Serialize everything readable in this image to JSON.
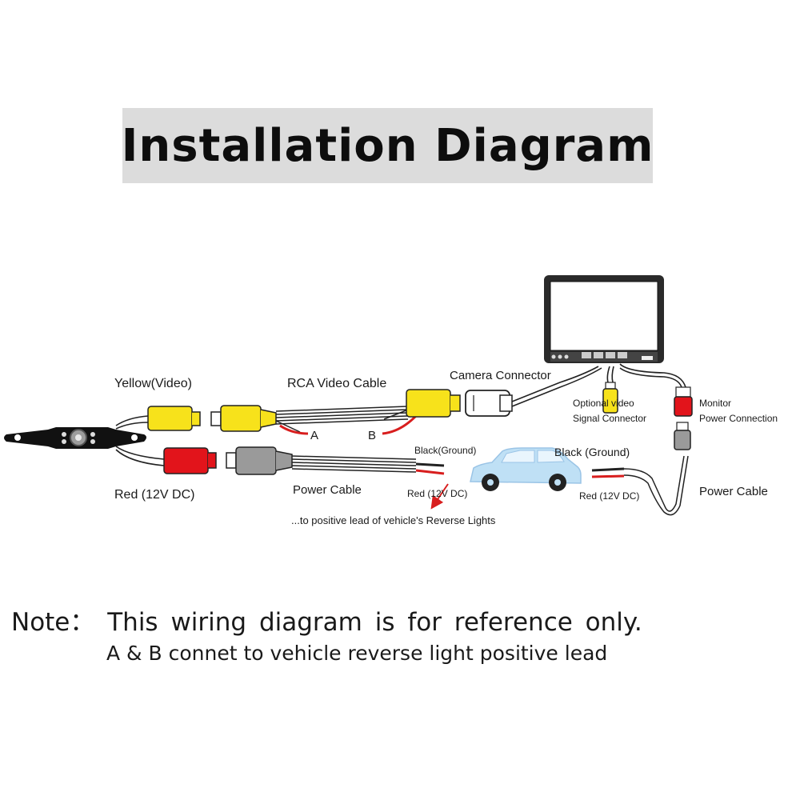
{
  "title": "Installation Diagram",
  "labels": {
    "yellow_video": "Yellow(Video)",
    "rca_video_cable": "RCA Video Cable",
    "camera_connector": "Camera Connector",
    "optional_video_1": "Optional video",
    "optional_video_2": "Signal Connector",
    "monitor_power_1": "Monitor",
    "monitor_power_2": "Power Connection",
    "point_a": "A",
    "point_b": "B",
    "red_12v_left": "Red (12V DC)",
    "power_cable_left": "Power Cable",
    "black_ground_small": "Black(Ground)",
    "red_12v_small": "Red (12V DC)",
    "black_ground_right": "Black (Ground)",
    "red_12v_right": "Red (12V DC)",
    "power_cable_right": "Power Cable",
    "reverse_lights": "...to positive lead of vehicle's Reverse Lights"
  },
  "note": {
    "line1": "Note： This wiring diagram is for reference only.",
    "line2": "A & B connet to vehicle reverse light positive lead"
  },
  "colors": {
    "yellow_plug": "#f7e21b",
    "red_plug": "#e2141b",
    "gray_plug": "#9a9a9a",
    "red_wire": "#d81e1e",
    "car_fill": "#bfe0f5",
    "arrow_red": "#d81e1e"
  },
  "icons": {
    "camera": "license-plate-camera-icon",
    "monitor": "monitor-icon",
    "car": "car-icon"
  }
}
